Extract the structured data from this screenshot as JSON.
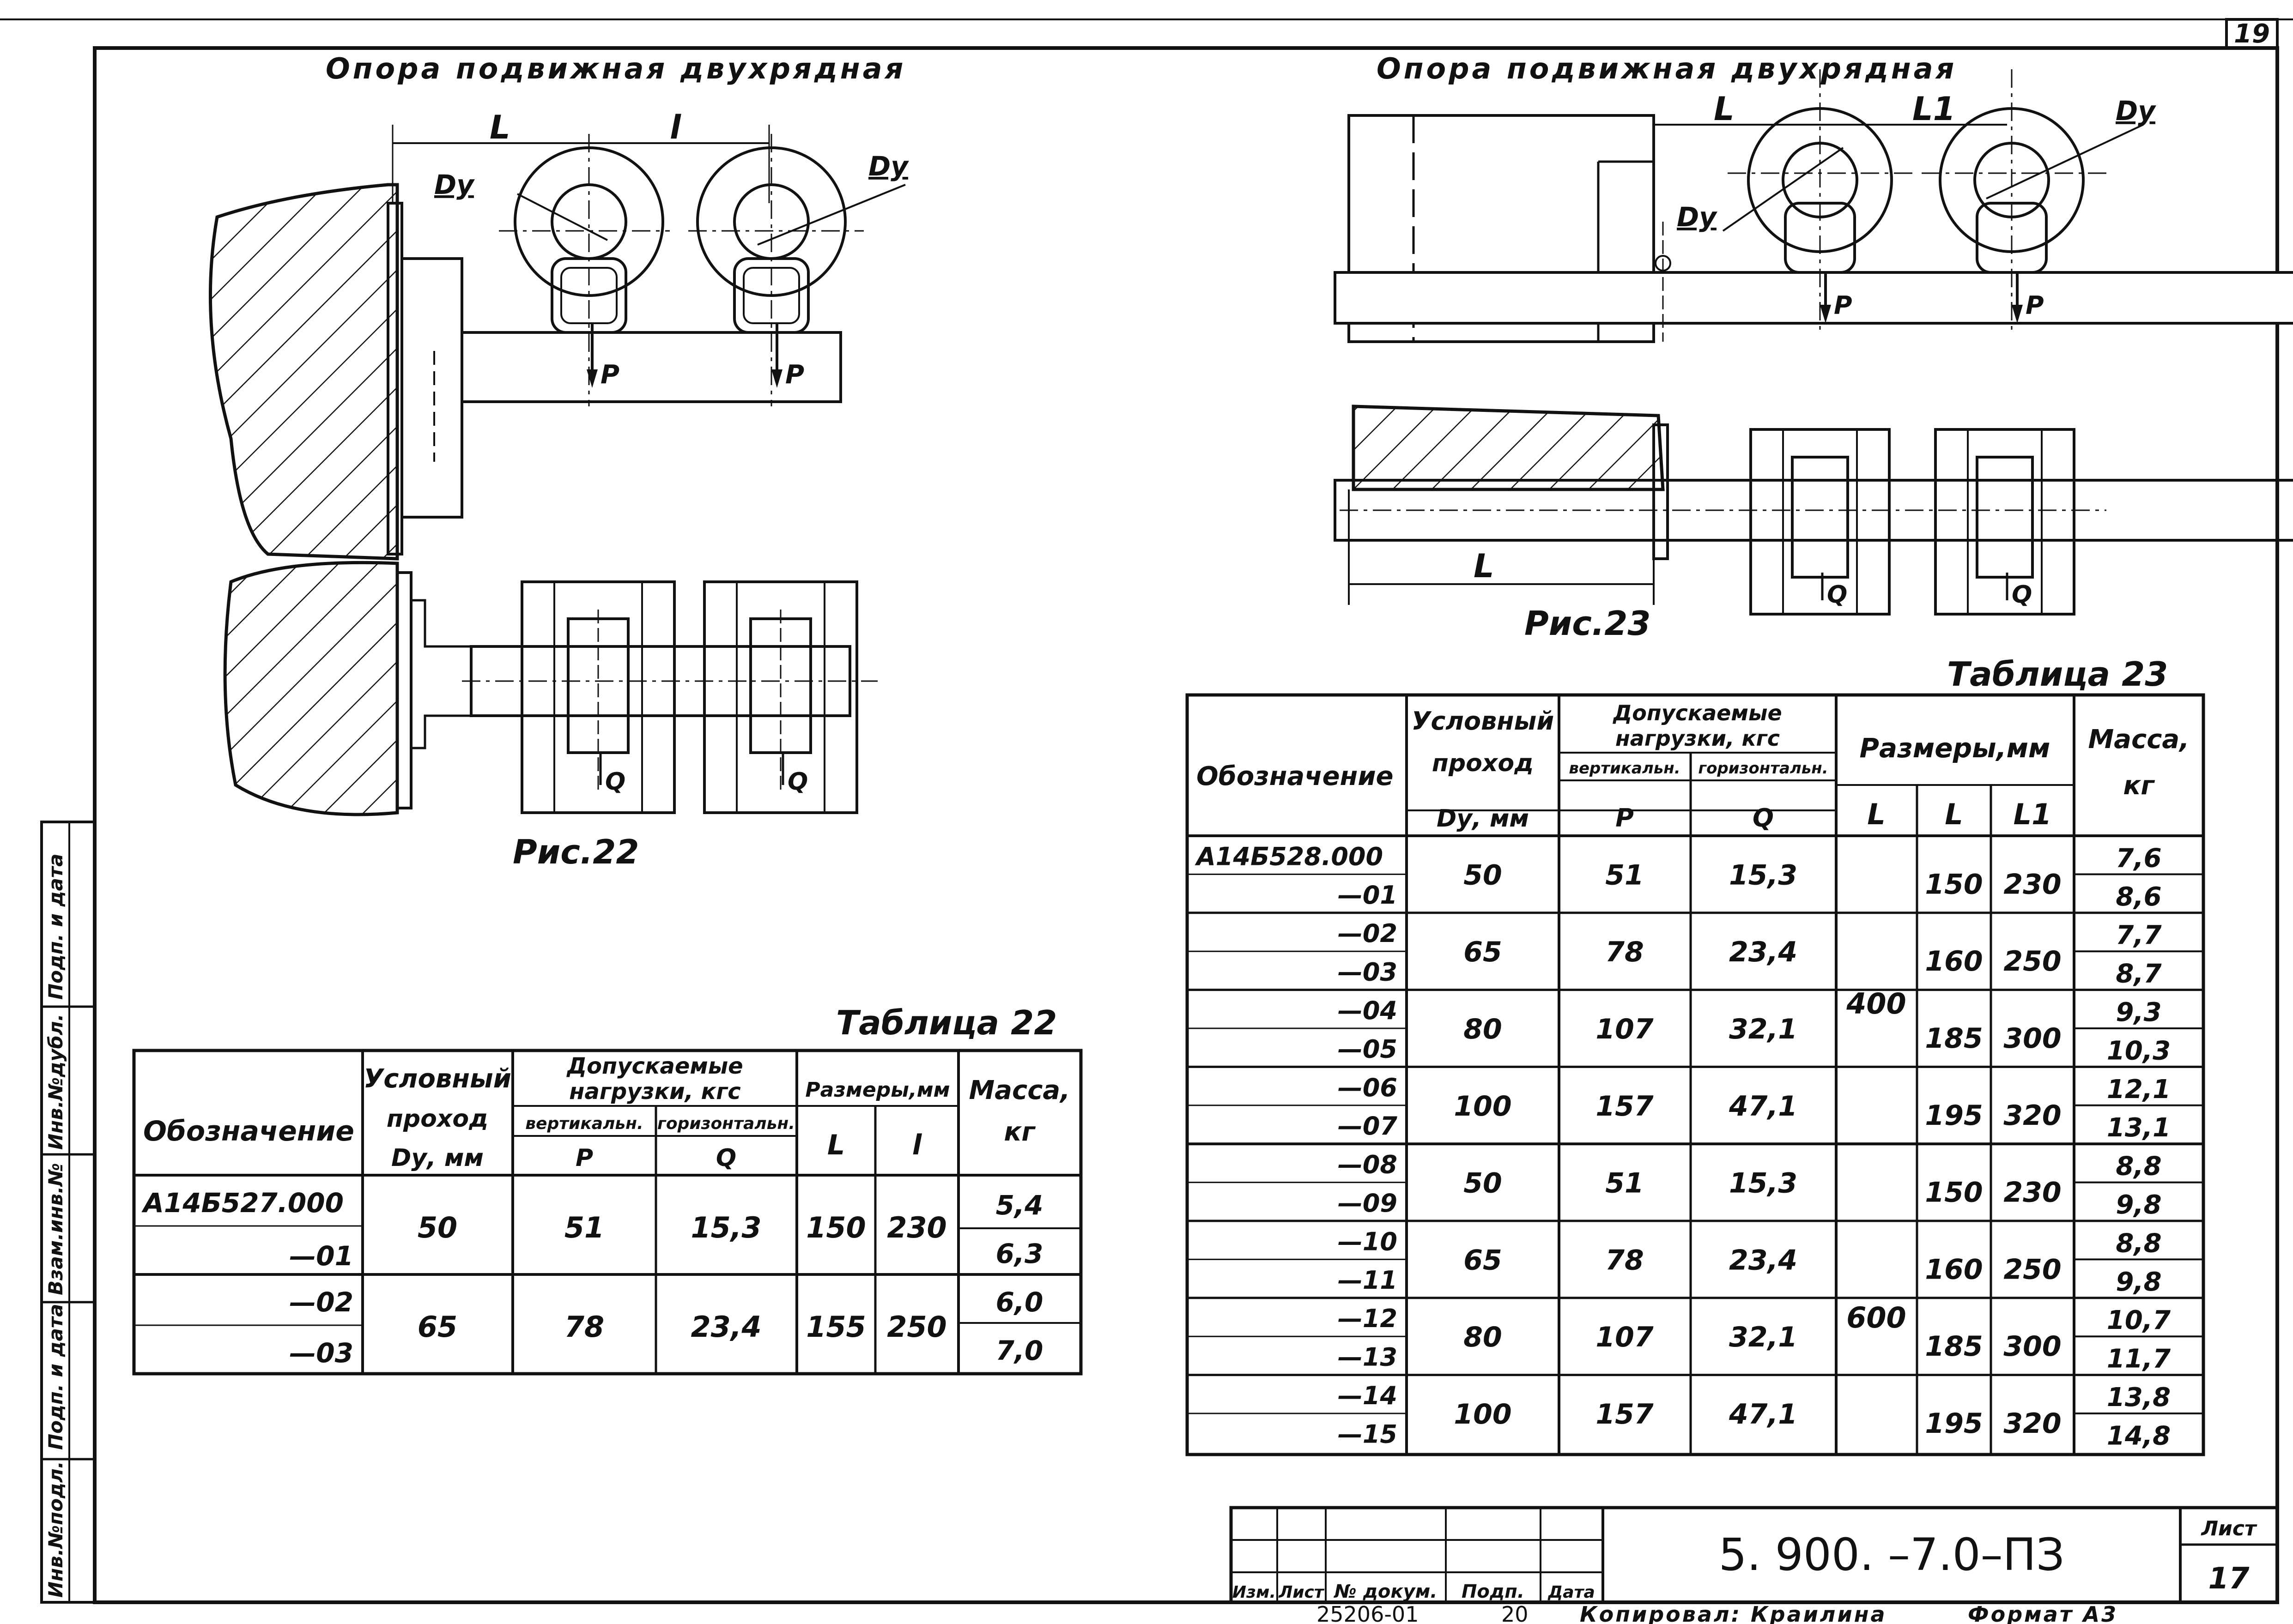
{
  "page_number_top": "19",
  "left": {
    "title": "Опора подвижная двухрядная",
    "dims": {
      "L": "L",
      "l": "l",
      "Dy1": "Dy",
      "Dy2": "Dy",
      "P": "P",
      "Q": "Q"
    },
    "figure_label": "Рис.22",
    "table_title": "Таблица 22",
    "headers": {
      "designation": "Обозначение",
      "bore": [
        "Условный",
        "проход",
        "Dу, мм"
      ],
      "loads": [
        "Допускаемые",
        "нагрузки, кгс"
      ],
      "vert": "вертикальн.",
      "horiz": "горизонтальн.",
      "P": "P",
      "Q": "Q",
      "sizes": "Размеры,мм",
      "L": "L",
      "l": "l",
      "mass": [
        "Масса,",
        "кг"
      ]
    },
    "rows": [
      {
        "name": "А14Б527.000",
        "mass": "5,4"
      },
      {
        "name": "—01",
        "mass": "6,3"
      },
      {
        "name": "—02",
        "mass": "6,0"
      },
      {
        "name": "—03",
        "mass": "7,0"
      }
    ],
    "groups": [
      {
        "dy": "50",
        "p": "51",
        "q": "15,3",
        "L": "150",
        "l": "230"
      },
      {
        "dy": "65",
        "p": "78",
        "q": "23,4",
        "L": "155",
        "l": "250"
      }
    ]
  },
  "right": {
    "title": "Опора подвижная двухрядная",
    "dims": {
      "L": "L",
      "L1": "L1",
      "Dy1": "Dy",
      "Dy2": "Dy",
      "P": "P",
      "Q": "Q",
      "Lbot": "L"
    },
    "figure_label": "Рис.23",
    "table_title": "Таблица 23",
    "headers": {
      "designation": "Обозначение",
      "bore": [
        "Условный",
        "проход",
        "Dу, мм"
      ],
      "loads": [
        "Допускаемые",
        "нагрузки, кгс"
      ],
      "vert": "вертикальн.",
      "horiz": "горизонтальн.",
      "P": "P",
      "Q": "Q",
      "sizes": "Размеры,мм",
      "L": "L",
      "l": "L",
      "l1": "L1",
      "mass": [
        "Масса,",
        "кг"
      ]
    },
    "rows": [
      {
        "name": "А14Б528.000",
        "mass": "7,6"
      },
      {
        "name": "—01",
        "mass": "8,6"
      },
      {
        "name": "—02",
        "mass": "7,7"
      },
      {
        "name": "—03",
        "mass": "8,7"
      },
      {
        "name": "—04",
        "mass": "9,3"
      },
      {
        "name": "—05",
        "mass": "10,3"
      },
      {
        "name": "—06",
        "mass": "12,1"
      },
      {
        "name": "—07",
        "mass": "13,1"
      },
      {
        "name": "—08",
        "mass": "8,8"
      },
      {
        "name": "—09",
        "mass": "9,8"
      },
      {
        "name": "—10",
        "mass": "8,8"
      },
      {
        "name": "—11",
        "mass": "9,8"
      },
      {
        "name": "—12",
        "mass": "10,7"
      },
      {
        "name": "—13",
        "mass": "11,7"
      },
      {
        "name": "—14",
        "mass": "13,8"
      },
      {
        "name": "—15",
        "mass": "14,8"
      }
    ],
    "groups": [
      {
        "dy": "50",
        "p": "51",
        "q": "15,3",
        "l": "150",
        "l1": "230"
      },
      {
        "dy": "65",
        "p": "78",
        "q": "23,4",
        "l": "160",
        "l1": "250"
      },
      {
        "dy": "80",
        "p": "107",
        "q": "32,1",
        "l": "185",
        "l1": "300"
      },
      {
        "dy": "100",
        "p": "157",
        "q": "47,1",
        "l": "195",
        "l1": "320"
      },
      {
        "dy": "50",
        "p": "51",
        "q": "15,3",
        "l": "150",
        "l1": "230"
      },
      {
        "dy": "65",
        "p": "78",
        "q": "23,4",
        "l": "160",
        "l1": "250"
      },
      {
        "dy": "80",
        "p": "107",
        "q": "32,1",
        "l": "185",
        "l1": "300"
      },
      {
        "dy": "100",
        "p": "157",
        "q": "47,1",
        "l": "195",
        "l1": "320"
      }
    ],
    "L_values": [
      "400",
      "600"
    ]
  },
  "side_stamp": [
    "Инв.№подл.",
    "Подп. и дата",
    "Взам.инв.№",
    "Инв.№дубл.",
    "Подп. и дата"
  ],
  "title_block": {
    "cols": [
      "Изм.",
      "Лист",
      "№ докум.",
      "Подп.",
      "Дата"
    ],
    "doc_number": "5. 900. –7.0–ПЗ",
    "sheet_label": "Лист",
    "sheet_number": "17"
  },
  "footer": {
    "code": "25206-01",
    "num": "20",
    "copied": "Копировал: Краилина",
    "format": "Формат А3"
  }
}
